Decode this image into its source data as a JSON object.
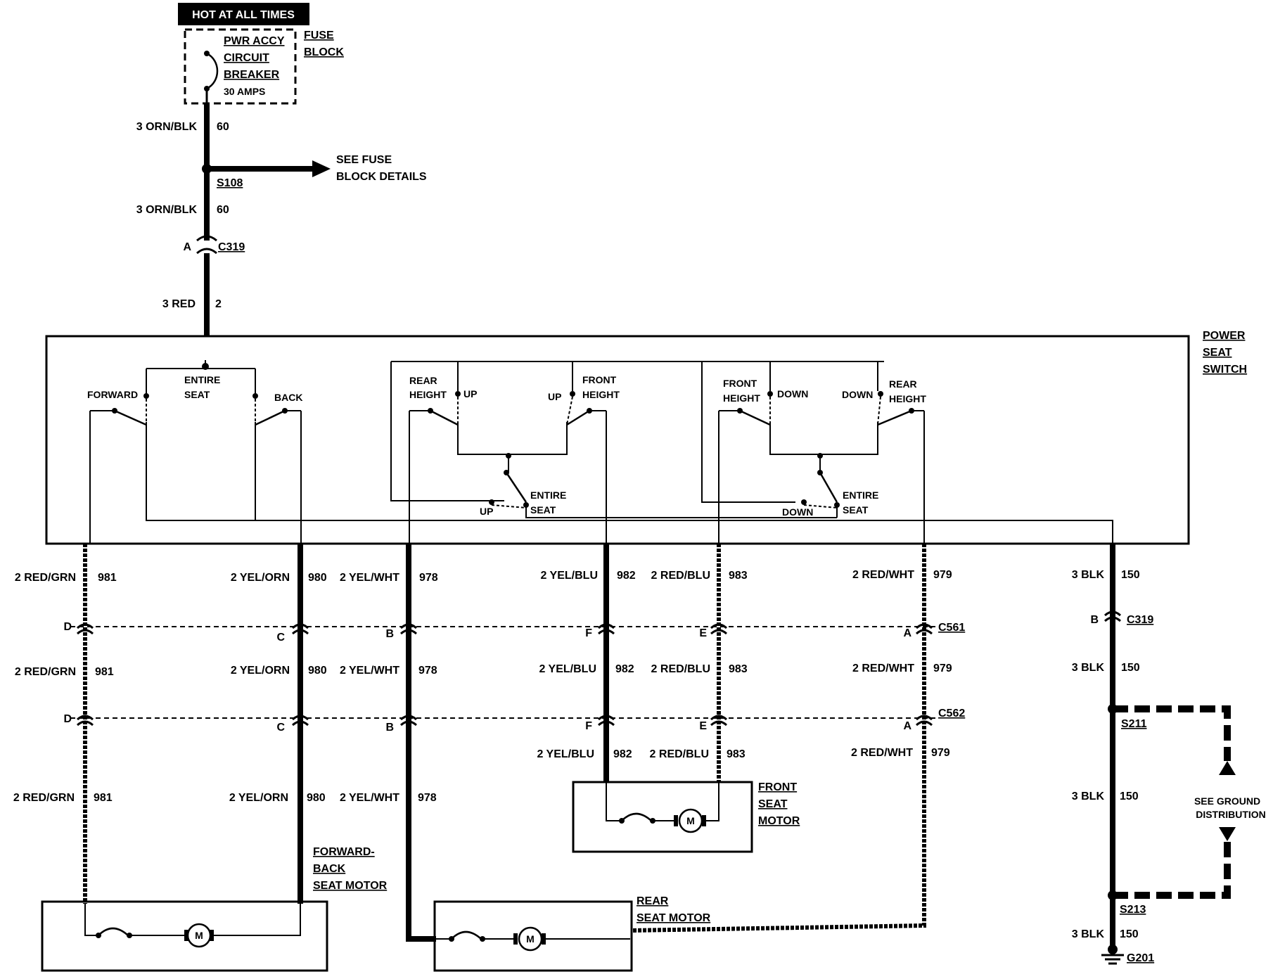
{
  "header": {
    "hot": "HOT AT ALL TIMES"
  },
  "fuse": {
    "breaker_1": "PWR ACCY",
    "breaker_2": "CIRCUIT",
    "breaker_3": "BREAKER",
    "amps": "30 AMPS",
    "block_1": "FUSE",
    "block_2": "BLOCK"
  },
  "feed": {
    "wire1": "3 ORN/BLK",
    "wire1_ckt": "60",
    "splice": "S108",
    "see_fuse_1": "SEE FUSE",
    "see_fuse_2": "BLOCK DETAILS",
    "wire2": "3 ORN/BLK",
    "wire2_ckt": "60",
    "conn_pin": "A",
    "conn": "C319",
    "wire3": "3 RED",
    "wire3_ckt": "2"
  },
  "switch": {
    "title_1": "POWER",
    "title_2": "SEAT",
    "title_3": "SWITCH",
    "forward": "FORWARD",
    "entire_1": "ENTIRE",
    "entire_2": "SEAT",
    "back": "BACK",
    "rear": "REAR",
    "height": "HEIGHT",
    "front": "FRONT",
    "up": "UP",
    "down": "DOWN"
  },
  "circuits": {
    "c981_color": "2 RED/GRN",
    "c981_num": "981",
    "c980_color": "2 YEL/ORN",
    "c980_num": "980",
    "c978_color": "2 YEL/WHT",
    "c978_num": "978",
    "c982_color": "2 YEL/BLU",
    "c982_num": "982",
    "c983_color": "2 RED/BLU",
    "c983_num": "983",
    "c979_color": "2 RED/WHT",
    "c979_num": "979",
    "c150_color": "3 BLK",
    "c150_num": "150"
  },
  "connectors": {
    "c561": "C561",
    "c562": "C562",
    "c319": "C319",
    "pin_a": "A",
    "pin_b": "B",
    "pin_c": "C",
    "pin_d": "D",
    "pin_e": "E",
    "pin_f": "F"
  },
  "ground": {
    "s211": "S211",
    "s213": "S213",
    "g201": "G201",
    "see_1": "SEE GROUND",
    "see_2": "DISTRIBUTION"
  },
  "motors": {
    "fb_1": "FORWARD-",
    "fb_2": "BACK",
    "fb_3": "SEAT MOTOR",
    "front_1": "FRONT",
    "front_2": "SEAT",
    "front_3": "MOTOR",
    "rear_1": "REAR",
    "rear_2": "SEAT MOTOR",
    "m": "M"
  }
}
